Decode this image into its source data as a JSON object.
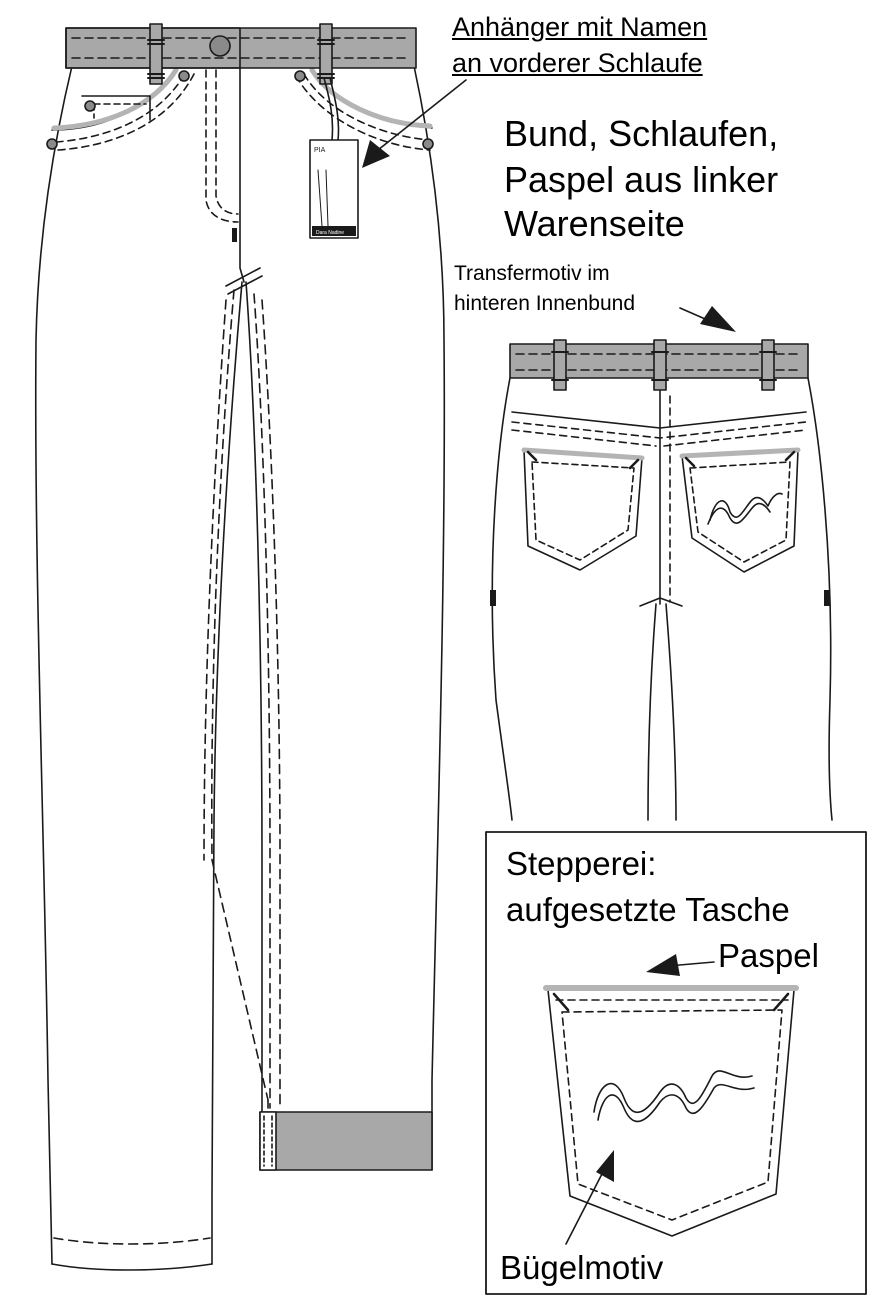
{
  "colors": {
    "line": "#1a1a1a",
    "band_fill": "#a8a8a8",
    "piping": "#b4b4b4",
    "background": "#ffffff"
  },
  "annotations": {
    "tag_note_line1": "Anhänger mit Namen",
    "tag_note_line2": "an vorderer Schlaufe",
    "material_line1": "Bund, Schlaufen,",
    "material_line2": "Paspel aus linker",
    "material_line3": "Warenseite",
    "transfer_line1": "Transfermotiv im",
    "transfer_line2": "hinteren Innenbund",
    "detail_title_line1": "Stepperei:",
    "detail_title_line2": "aufgesetzte Tasche",
    "piping_label": "Paspel",
    "motif_label": "Bügelmotiv"
  },
  "hang_tag": {
    "brand": "PIA",
    "footer": "Dara Nadine"
  },
  "icons": {
    "button": "shank-button-icon",
    "rivet": "rivet-icon",
    "arrow": "callout-arrow-icon",
    "motif": "wave-motif-icon"
  }
}
